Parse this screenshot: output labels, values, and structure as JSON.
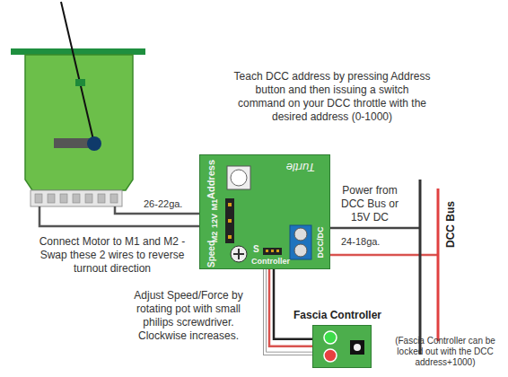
{
  "diagram": {
    "nodes": [
      {
        "text": [
          "Turtle"
        ]
      },
      {
        "text": [
          "Fascia Controller"
        ]
      }
    ],
    "edges": [
      {
        "from": 0,
        "to": 1,
        "arrow": "none"
      }
    ],
    "labels": [
      "Teach DCC address by pressing Address button and then issuing a switch command on your DCC throttle with the desired address (0-1000)",
      "26-22ga.",
      "Address",
      "M1",
      "12V",
      "M2",
      "Speed",
      "S",
      "Controller",
      "DCC/DC",
      "Connect Motor to M1 and M2 - Swap these 2 wires to reverse turnout direction",
      "Power from DCC Bus or 15V DC",
      "24-18ga.",
      "DCC Bus",
      "Adjust Speed/Force by rotating pot with small philips screwdriver. Clockwise increases.",
      "(Fascia Controller can be locked out with the DCC address+1000)"
    ]
  }
}
